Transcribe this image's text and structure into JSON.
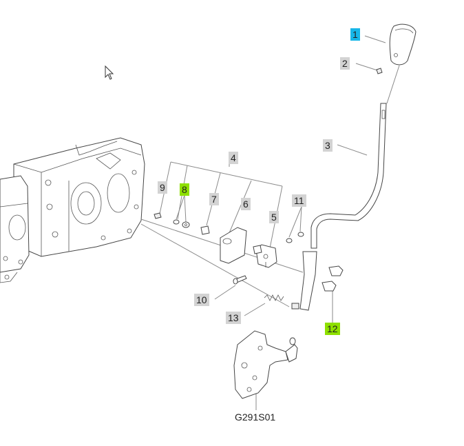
{
  "callouts": [
    {
      "id": "1",
      "text": "1",
      "style": "blue"
    },
    {
      "id": "2",
      "text": "2",
      "style": "gray"
    },
    {
      "id": "3",
      "text": "3",
      "style": "gray"
    },
    {
      "id": "4",
      "text": "4",
      "style": "gray"
    },
    {
      "id": "5",
      "text": "5",
      "style": "gray"
    },
    {
      "id": "6",
      "text": "6",
      "style": "gray"
    },
    {
      "id": "7",
      "text": "7",
      "style": "gray"
    },
    {
      "id": "8",
      "text": "8",
      "style": "green"
    },
    {
      "id": "9",
      "text": "9",
      "style": "gray"
    },
    {
      "id": "10",
      "text": "10",
      "style": "gray"
    },
    {
      "id": "11",
      "text": "11",
      "style": "gray"
    },
    {
      "id": "12",
      "text": "12",
      "style": "green"
    },
    {
      "id": "13",
      "text": "13",
      "style": "gray"
    }
  ],
  "figure_code": "G291S01",
  "colors": {
    "highlight_blue": "#17b6e8",
    "highlight_green": "#8ee000",
    "label_gray": "#d3d3d3"
  },
  "cursor_icon": "mouse-pointer-icon"
}
